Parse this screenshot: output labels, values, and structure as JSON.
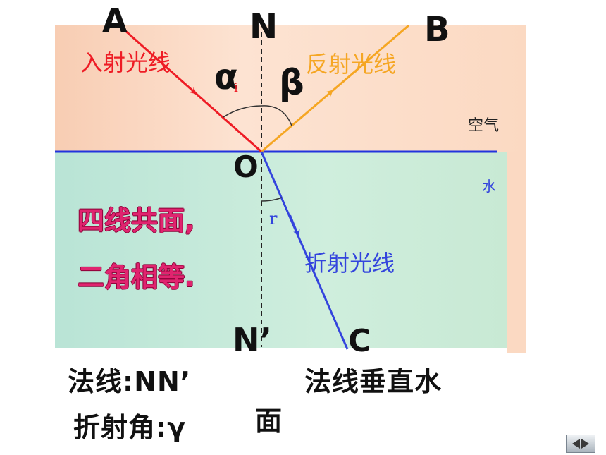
{
  "points": {
    "A": "A",
    "N": "N",
    "B": "B",
    "O": "O",
    "N_prime": "N’",
    "C": "C"
  },
  "angles": {
    "alpha": "α",
    "beta": "β",
    "incidence_small": "i",
    "refraction_small": "r"
  },
  "rays": {
    "incident": "入射光线",
    "reflected": "反射光线",
    "refracted": "折射光线"
  },
  "media": {
    "air": "空气",
    "water": "水"
  },
  "highlight": {
    "line1": "四线共面,",
    "line2": "二角相等."
  },
  "notes": {
    "normal": "法线:NN’",
    "refraction_angle": "折射角:γ",
    "normal_perpendicular_1": "法线垂直水",
    "normal_perpendicular_2": "面"
  },
  "colors": {
    "incident": "#ee1c25",
    "reflected": "#f5a623",
    "refracted": "#3344dd",
    "interface": "#2233dd",
    "highlight": "#e0246f"
  }
}
